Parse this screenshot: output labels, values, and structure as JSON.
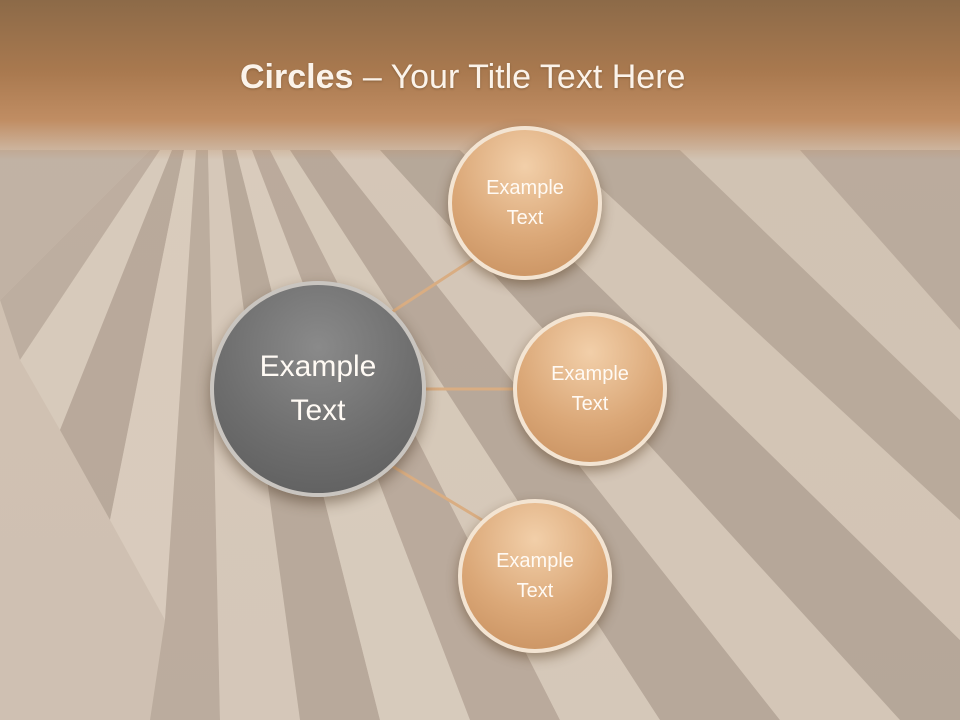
{
  "slide": {
    "title_bold": "Circles",
    "title_rest": " – Your Title Text Here"
  },
  "diagram": {
    "center": {
      "label": "Example\nText"
    },
    "nodes": [
      {
        "label": "Example\nText"
      },
      {
        "label": "Example\nText"
      },
      {
        "label": "Example\nText"
      }
    ]
  },
  "colors": {
    "title_band": "#a9794f",
    "center_fill": "#6e6e6e",
    "node_fill": "#dba878",
    "connector": "#d9ad82",
    "title_text": "#fbf3ea"
  }
}
